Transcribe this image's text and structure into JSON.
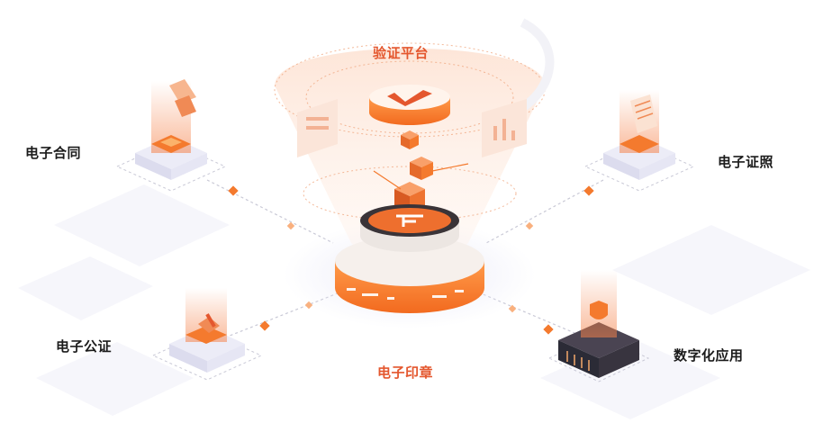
{
  "labels": {
    "top": "验证平台",
    "bottom": "电子印章",
    "left_top": "电子合同",
    "left_bottom": "电子公证",
    "right_top": "电子证照",
    "right_bottom": "数字化应用"
  },
  "colors": {
    "accent": "#e4572e",
    "orange": "#f47a2e",
    "label_text": "#1b1b1b",
    "platform": "#f2f3fa",
    "dark_box": "#2b2b36"
  }
}
